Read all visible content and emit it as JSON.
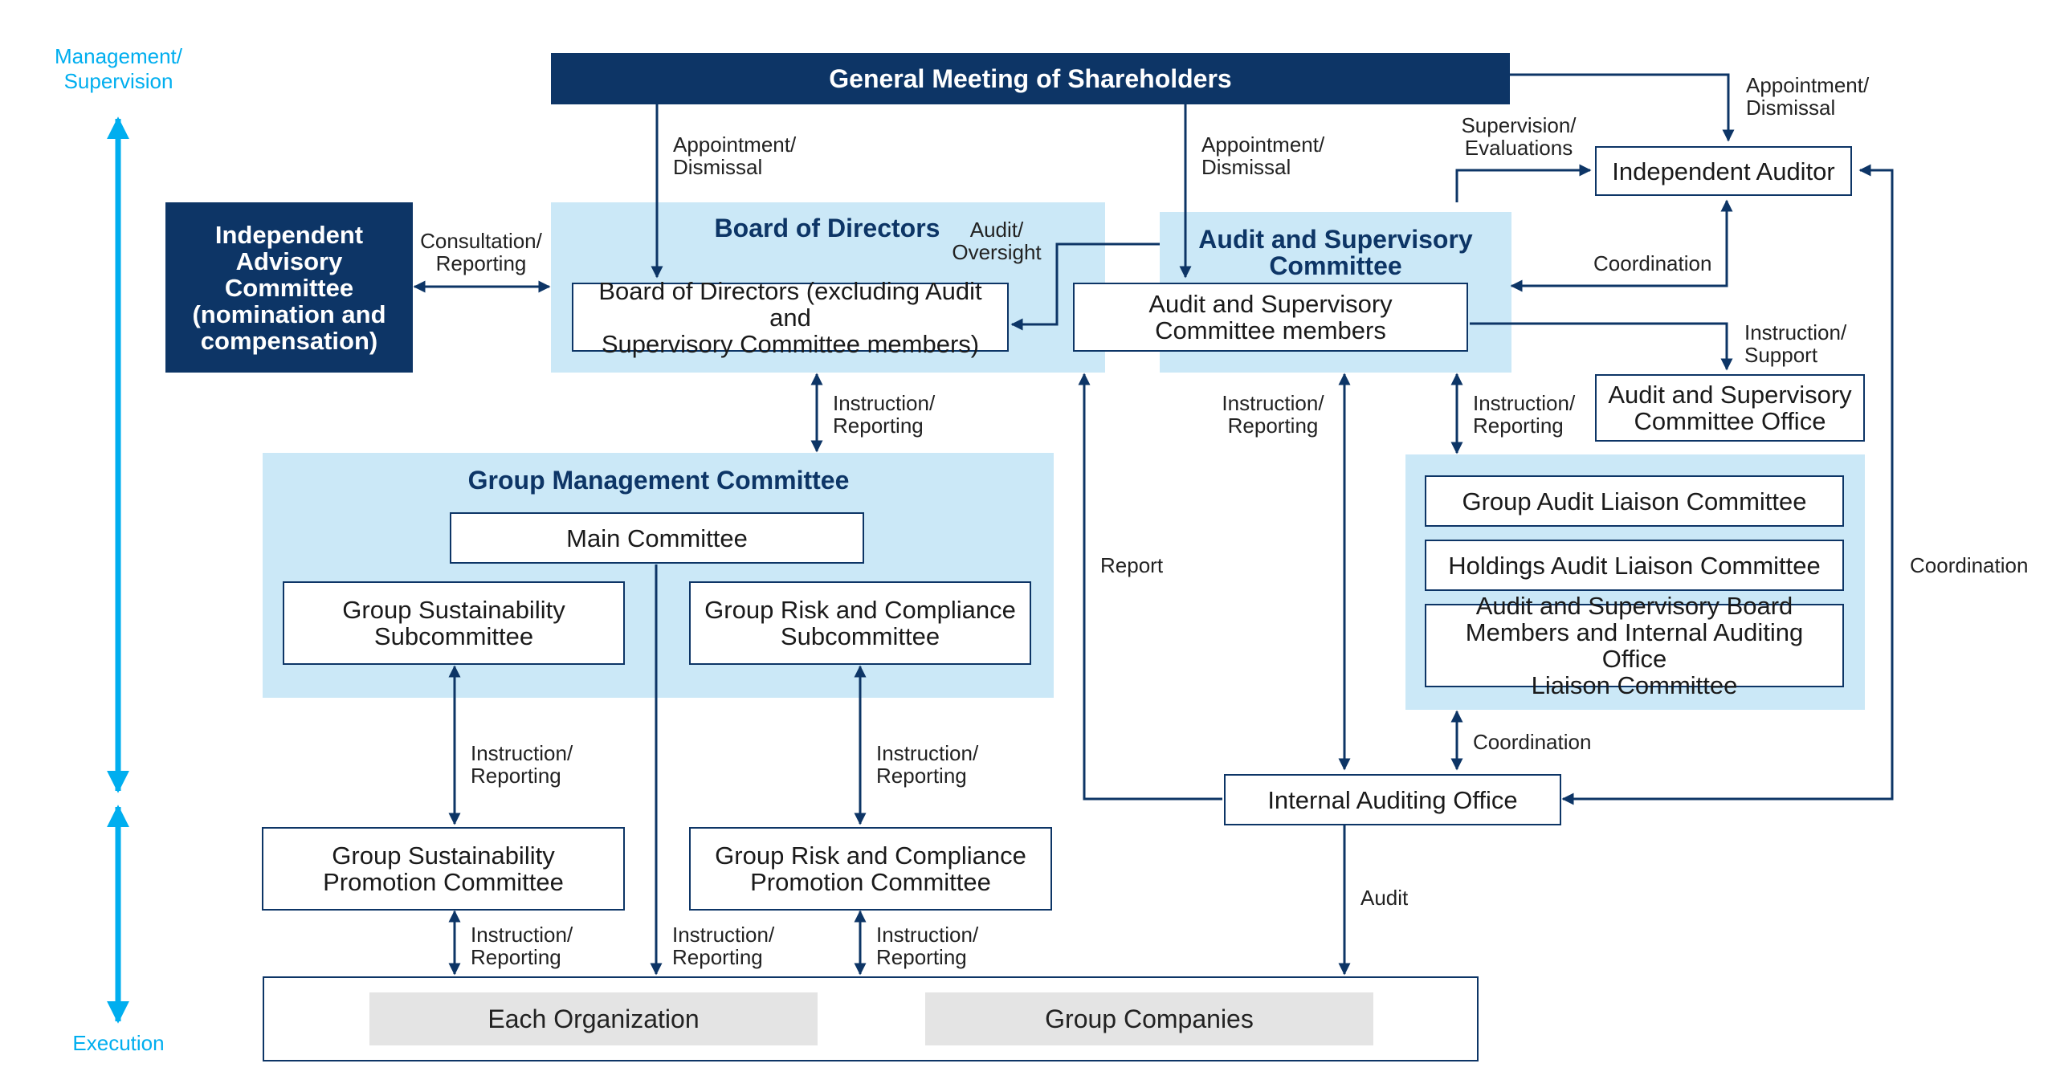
{
  "side": {
    "top": "Management/\nSupervision",
    "bottom": "Execution"
  },
  "shareholders": "General Meeting of Shareholders",
  "advisory": "Independent\nAdvisory\nCommittee\n(nomination and\ncompensation)",
  "board": {
    "title": "Board of Directors",
    "box": "Board of Directors (excluding Audit and\nSupervisory Committee members)"
  },
  "asc": {
    "title": "Audit and Supervisory\nCommittee",
    "box": "Audit and Supervisory\nCommittee members"
  },
  "auditor": "Independent Auditor",
  "asc_office": "Audit and Supervisory\nCommittee Office",
  "gmc": {
    "title": "Group Management Committee",
    "main": "Main Committee",
    "sust_sub": "Group Sustainability\nSubcommittee",
    "risk_sub": "Group Risk and Compliance\nSubcommittee"
  },
  "liaison": {
    "group": "Group Audit Liaison Committee",
    "holdings": "Holdings Audit Liaison Committee",
    "board": "Audit and Supervisory Board\nMembers and Internal Auditing Office\nLiaison Committee"
  },
  "sust_promo": "Group Sustainability\nPromotion Committee",
  "risk_promo": "Group Risk and Compliance\nPromotion Committee",
  "internal": "Internal Auditing Office",
  "each_org": "Each Organization",
  "group_companies": "Group Companies",
  "labels": {
    "appoint1": "Appointment/\nDismissal",
    "appoint2": "Appointment/\nDismissal",
    "appoint3": "Appointment/\nDismissal",
    "supervision": "Supervision/\nEvaluations",
    "consult": "Consultation/\nReporting",
    "audit_oversight": "Audit/\nOversight",
    "coord_auditor": "Coordination",
    "instr_support": "Instruction/\nSupport",
    "instr_board": "Instruction/\nReporting",
    "instr_internal": "Instruction/\nReporting",
    "instr_liaison": "Instruction/\nReporting",
    "report": "Report",
    "coord_right": "Coordination",
    "instr_sust": "Instruction/\nReporting",
    "instr_risk": "Instruction/\nReporting",
    "coord_liaison": "Coordination",
    "audit": "Audit",
    "instr_bottom1": "Instruction/\nReporting",
    "instr_bottom2": "Instruction/\nReporting",
    "instr_bottom3": "Instruction/\nReporting"
  },
  "colors": {
    "navy": "#0d3566",
    "light_blue_region": "#cbe8f7",
    "cyan_axis": "#00aeef",
    "gray_box": "#e4e4e4"
  }
}
